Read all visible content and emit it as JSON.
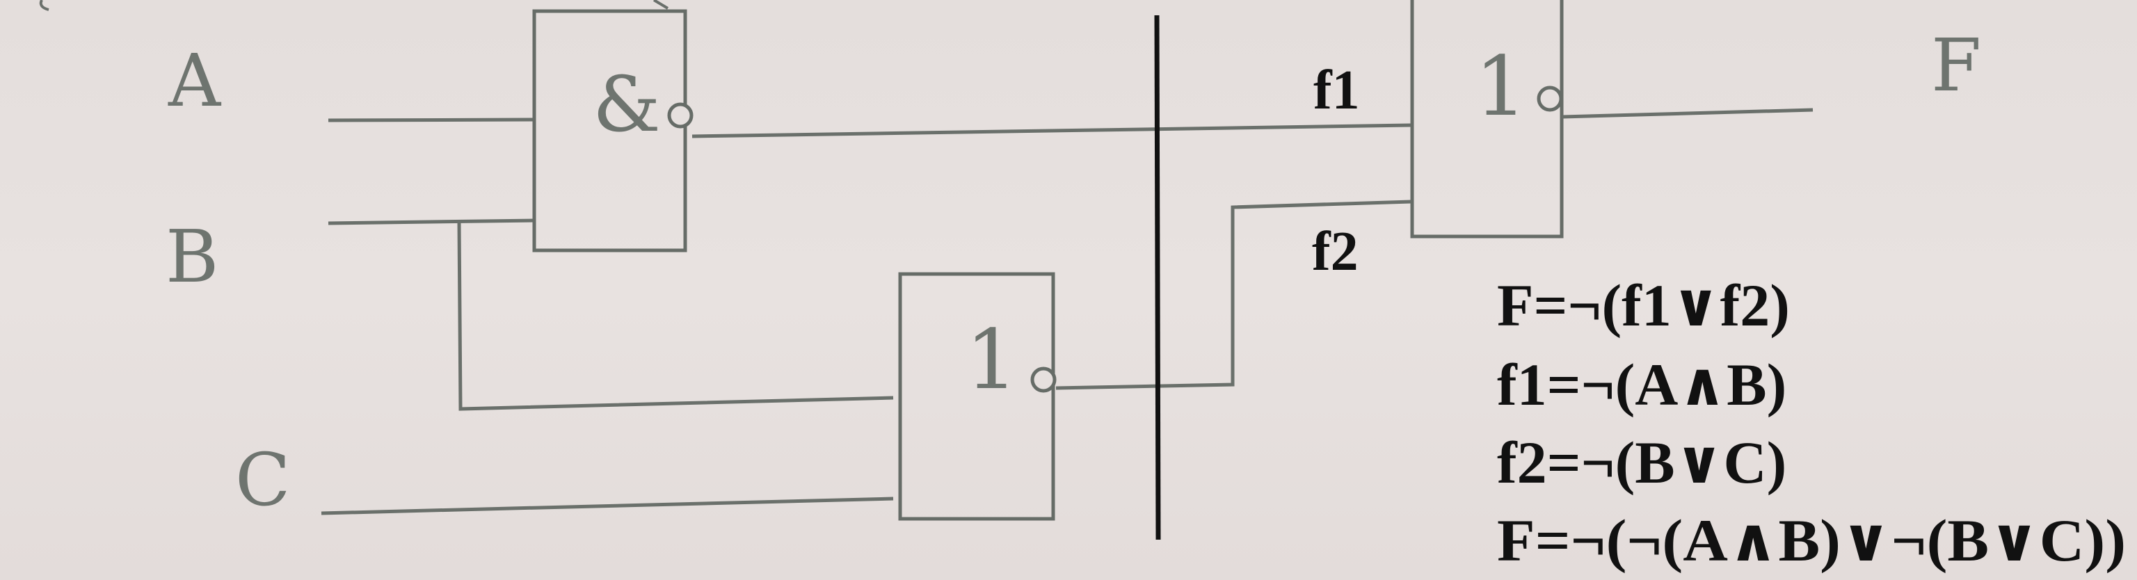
{
  "inputs": {
    "a": "A",
    "b": "B",
    "c": "C"
  },
  "output": "F",
  "gates": {
    "nand_symbol": "&",
    "nor_bc_symbol": "1",
    "nor_out_symbol": "1"
  },
  "signals": {
    "f1": "f1",
    "f2": "f2"
  },
  "equations": [
    "F=¬(f1∨f2)",
    "f1=¬(A∧B)",
    "f2=¬(B∨C)",
    "F=¬(¬(A∧B)∨¬(B∨C))"
  ],
  "colors": {
    "paper": "#e6e0de",
    "printed_ink": "#6a706b",
    "handwritten_ink": "#111111"
  }
}
